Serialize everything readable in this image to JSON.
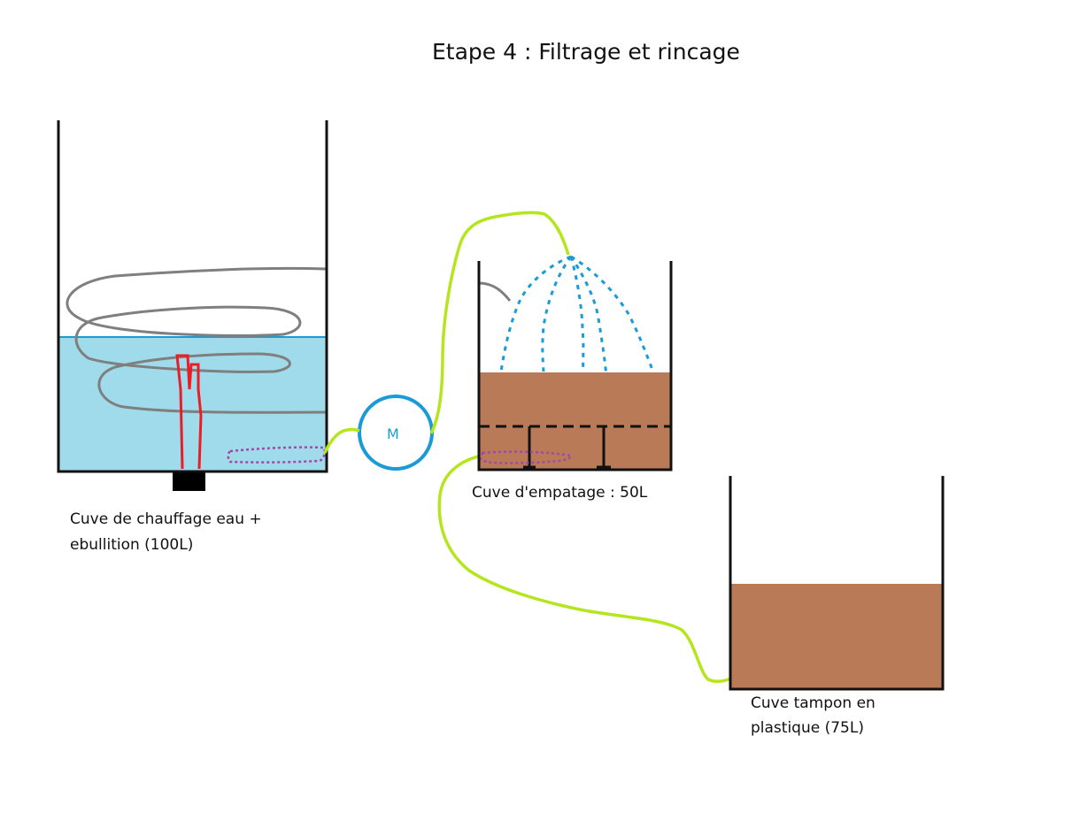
{
  "title": "Etape 4 : Filtrage et rincage",
  "labels": {
    "heating_line1": "Cuve de chauffage eau +",
    "heating_line2": "ebullition (100L)",
    "mash": "Cuve d'empatage : 50L",
    "buffer_line1": "Cuve tampon en",
    "buffer_line2": "plastique (75L)",
    "pump": "M"
  },
  "colors": {
    "water": "#9fdbea",
    "water_line": "#1a9ad6",
    "mash": "#b97a57",
    "hose": "#b5e61d",
    "coil": "#7f7f7f",
    "heater": "#ed1c24",
    "sparge": "#1a9ad6",
    "filter": "#a349a4",
    "wall": "#111111"
  }
}
